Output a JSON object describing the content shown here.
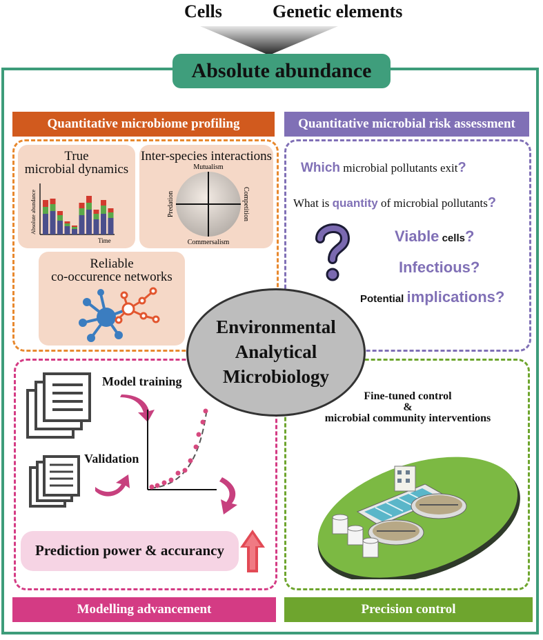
{
  "header": {
    "cells": "Cells",
    "genetic": "Genetic elements"
  },
  "title": "Absolute abundance",
  "center": {
    "l1": "Environmental",
    "l2": "Analytical",
    "l3": "Microbiology"
  },
  "qmp": {
    "banner": "Quantitative microbiome profiling",
    "dynamics": {
      "l1": "True",
      "l2": "microbial dynamics",
      "ylabel": "Absolute abundance",
      "xlabel": "Time"
    },
    "interactions": {
      "title": "Inter-species interactions",
      "top": "Mutualism",
      "bottom": "Commersalism",
      "left": "Predation",
      "right": "Competition"
    },
    "networks": {
      "l1": "Reliable",
      "l2": "co-occurence networks"
    }
  },
  "qmra": {
    "banner": "Quantitative microbial risk assessment",
    "q1a": "Which",
    "q1b": " microbial pollutants exit",
    "q1c": "?",
    "q2a": "What is ",
    "q2b": "quantity",
    "q2c": " of microbial pollutants",
    "q2d": "?",
    "q3a": "Viable",
    "q3b": " cells",
    "q3c": "?",
    "q4": "Infectious?",
    "q5a": "Potential ",
    "q5b": "implications?"
  },
  "model": {
    "banner": "Modelling advancement",
    "training": "Model training",
    "validation": "Validation",
    "prediction": "Prediction power & accurancy"
  },
  "precision": {
    "banner": "Precision control",
    "l1": "Fine-tuned control",
    "l2": "&",
    "l3": "microbial community interventions"
  },
  "colors": {
    "teal": "#3f9e7c",
    "orange": "#d15a1e",
    "purple": "#8070b6",
    "magenta": "#d43b84",
    "green": "#6ea52e",
    "peach": "#f5d8c7"
  }
}
